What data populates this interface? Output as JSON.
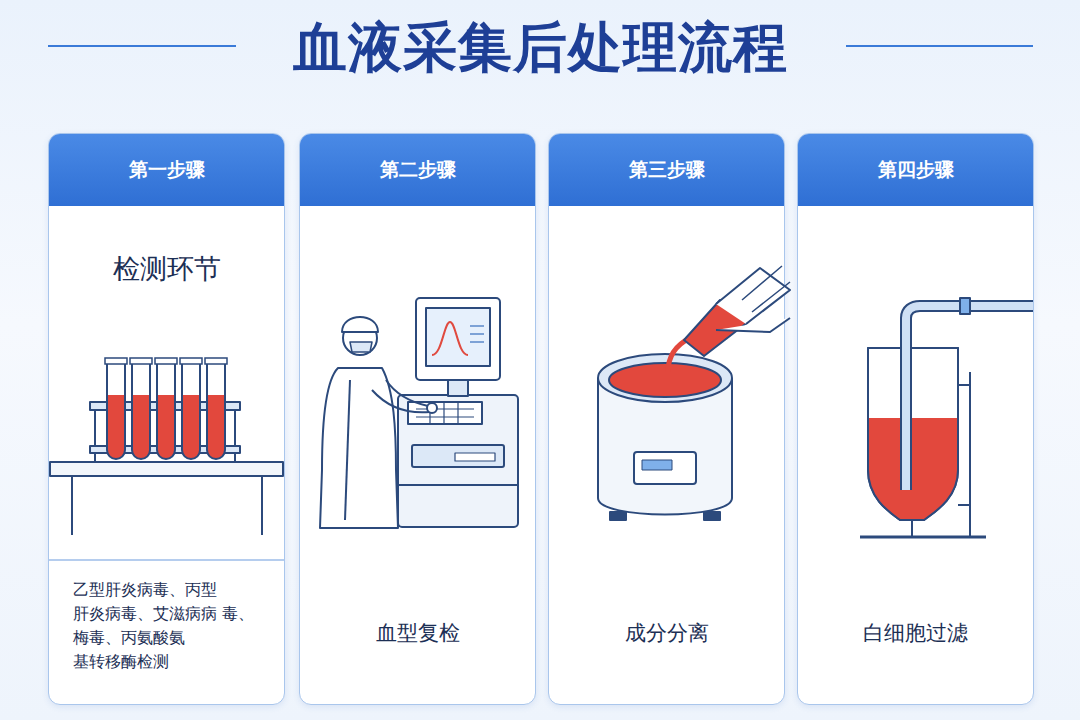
{
  "diagram": {
    "title": "血液采集后处理流程",
    "nodes": [
      {
        "text": [
          "第一步骤",
          "检测环节",
          "乙型肝炎病毒、丙型 肝炎病毒、艾滋病病 毒、梅毒、丙氨酸氨 基转移酶检测"
        ]
      },
      {
        "text": [
          "第二步骤",
          "血型复检"
        ]
      },
      {
        "text": [
          "第三步骤",
          "成分分离"
        ]
      },
      {
        "text": [
          "第四步骤",
          "白细胞过滤"
        ]
      }
    ]
  }
}
